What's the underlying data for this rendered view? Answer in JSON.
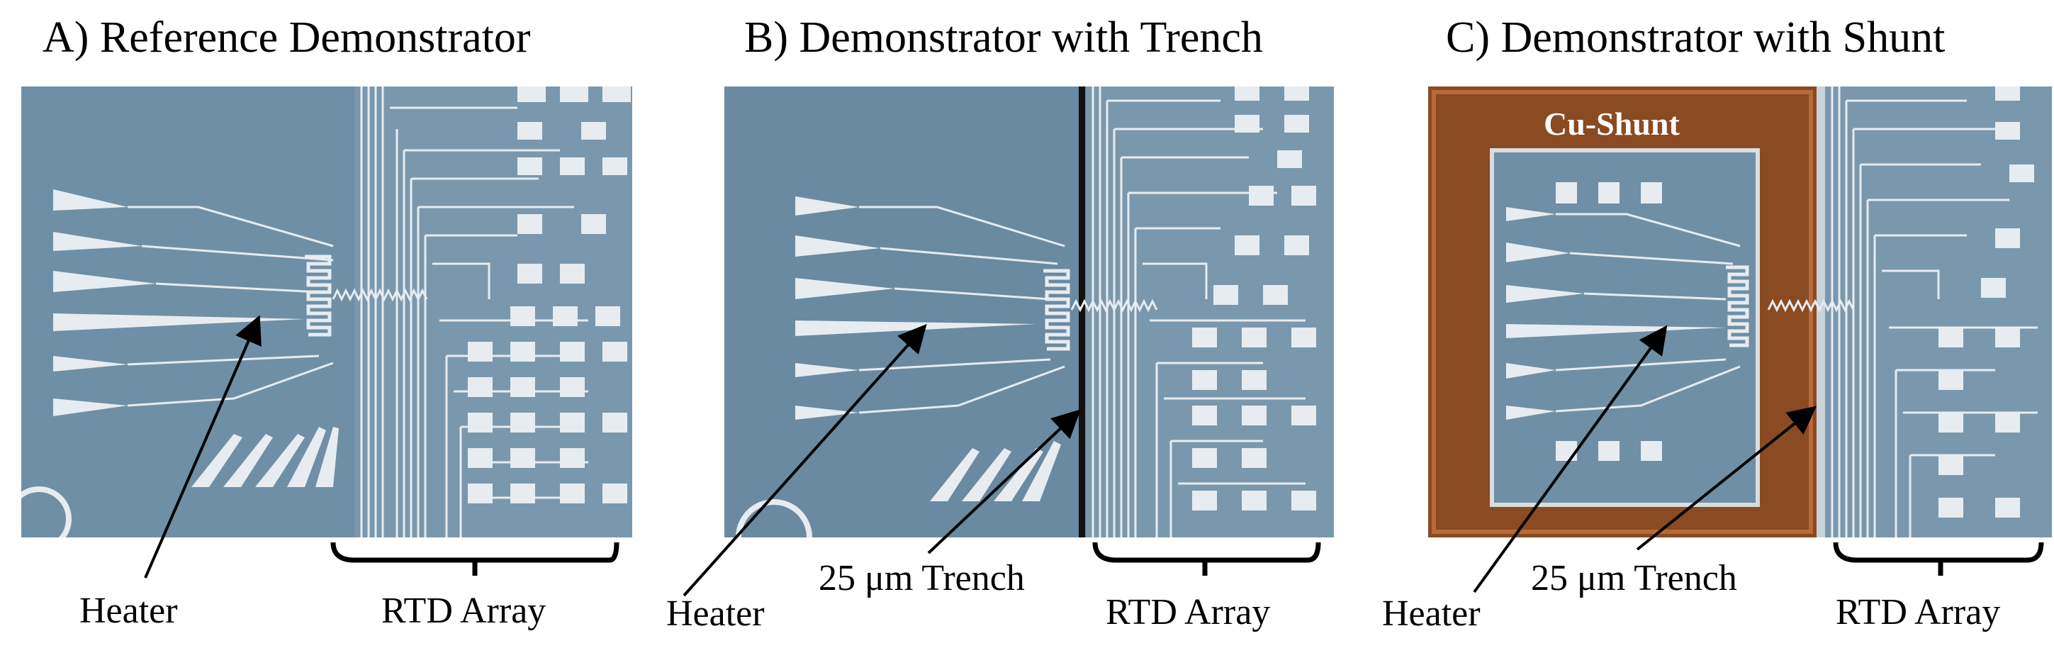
{
  "figure": {
    "panels": [
      {
        "id": "a",
        "title": "A) Reference Demonstrator",
        "heater_label": "Heater",
        "rtd_label": "RTD Array"
      },
      {
        "id": "b",
        "title": "B) Demonstrator with Trench",
        "heater_label": "Heater",
        "trench_label": "25 μm Trench",
        "rtd_label": "RTD Array"
      },
      {
        "id": "c",
        "title": "C) Demonstrator with Shunt",
        "heater_label": "Heater",
        "trench_label": "25 μm Trench",
        "rtd_label": "RTD Array",
        "shunt_label": "Cu-Shunt"
      }
    ]
  },
  "colors": {
    "substrate": "#6f8fa6",
    "metal": "#e8edf1",
    "trench": "#111111",
    "copper": "#8a4a22"
  }
}
